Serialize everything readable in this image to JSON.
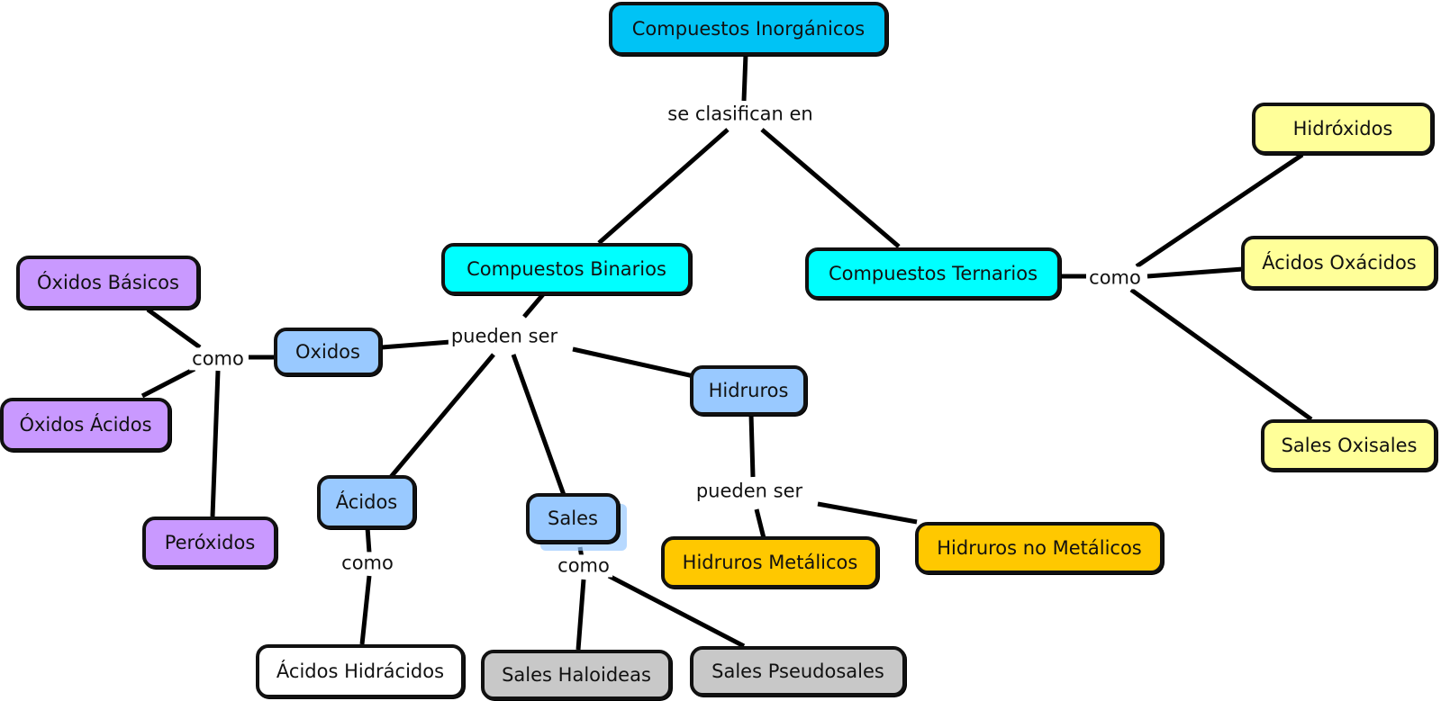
{
  "nodes": {
    "root": "Compuestos Inorgánicos",
    "binarios": "Compuestos Binarios",
    "ternarios": "Compuestos Ternarios",
    "oxidos": "Oxidos",
    "hidruros": "Hidruros",
    "acidos": "Ácidos",
    "sales": "Sales",
    "oxidos_basicos": "Óxidos Básicos",
    "oxidos_acidos": "Óxidos Ácidos",
    "peroxidos": "Peróxidos",
    "acidos_hidracidos": "Ácidos Hidrácidos",
    "sales_haloideas": "Sales Haloideas",
    "sales_pseudosales": "Sales Pseudosales",
    "hidruros_metalicos": "Hidruros Metálicos",
    "hidruros_no_metalicos": "Hidruros no Metálicos",
    "hidroxidos": "Hidróxidos",
    "acidos_oxacidos": "Ácidos Oxácidos",
    "sales_oxisales": "Sales Oxisales"
  },
  "links": {
    "se_clasifican_en": "se clasifican en",
    "pueden_ser_binarios": "pueden ser",
    "pueden_ser_hidruros": "pueden ser",
    "como_ternarios": "como",
    "como_oxidos": "como",
    "como_acidos": "como",
    "como_sales": "como"
  },
  "colors": {
    "root": "#00c3f5",
    "level2": "#00ffff",
    "binary_types": "#99c9ff",
    "oxide_types": "#c999ff",
    "ternary_types": "#ffff99",
    "hydride_types": "#ffc800",
    "acid_types": "#ffffff",
    "salt_types": "#c8c8c8"
  }
}
